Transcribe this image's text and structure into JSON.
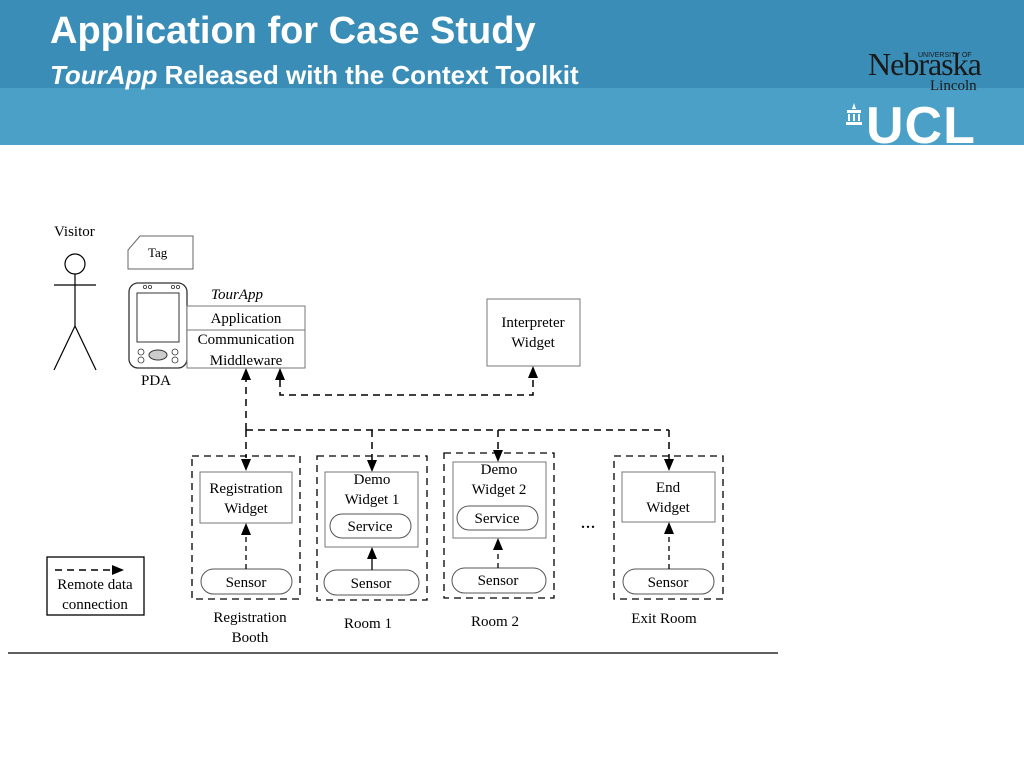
{
  "header": {
    "title": "Application for Case Study",
    "subtitle_italic": "TourApp",
    "subtitle_rest": " Released with the Context Toolkit"
  },
  "logos": {
    "nebraska_small": "UNIVERSITY OF",
    "nebraska": "Nebraska",
    "lincoln": "Lincoln",
    "ucl": "UCL"
  },
  "diagram": {
    "visitor": "Visitor",
    "tag": "Tag",
    "pda": "PDA",
    "tourapp": "TourApp",
    "application": "Application",
    "communication": "Communication",
    "middleware": "Middleware",
    "interpreter_line1": "Interpreter",
    "interpreter_line2": "Widget",
    "registration_line1": "Registration",
    "registration_line2": "Widget",
    "demo1_line1": "Demo",
    "demo1_line2": "Widget 1",
    "demo2_line1": "Demo",
    "demo2_line2": "Widget 2",
    "end_line1": "End",
    "end_line2": "Widget",
    "service": "Service",
    "sensor": "Sensor",
    "ellipsis": "...",
    "legend_line1": "Remote data",
    "legend_line2": "connection",
    "rooms": {
      "registration_line1": "Registration",
      "registration_line2": "Booth",
      "room1": "Room 1",
      "room2": "Room 2",
      "exit": "Exit Room"
    }
  },
  "colors": {
    "header_dark": "#3a8db6",
    "header_light": "#4aa0c6"
  }
}
